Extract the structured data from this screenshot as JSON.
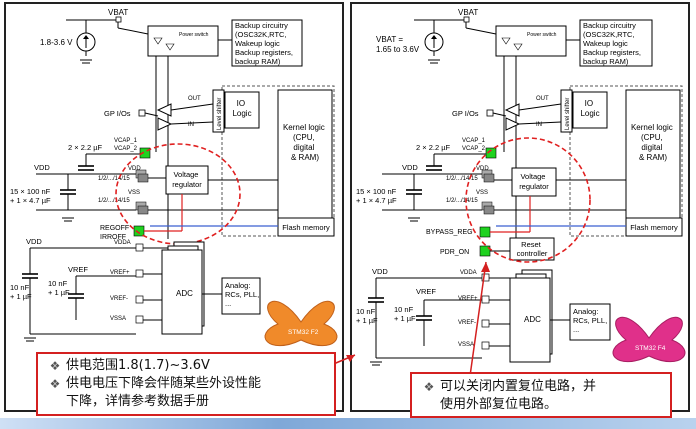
{
  "left": {
    "vbat": "VBAT",
    "vbat_range": "1.8-3.6 V",
    "power_switch": "Power switch",
    "backup_lines": [
      "Backup circuitry",
      "(OSC32K,RTC,",
      "Wakeup logic",
      "Backup registers,",
      "backup RAM)"
    ],
    "level_shifter": "Level shifter",
    "io_logic": [
      "IO",
      "Logic"
    ],
    "kernel_logic": [
      "Kernel logic",
      "(CPU,",
      "digital",
      "& RAM)"
    ],
    "out": "OUT",
    "in": "IN",
    "gp_ios": "GP I/Os",
    "cap_label": "2 × 2.2 µF",
    "vcap1": "VCAP_1",
    "vcap2": "VCAP_2",
    "vdd": "VDD",
    "vss": "VSS",
    "pins_vdd": "1/2/.../14/15",
    "pins_vss": "1/2/.../14/15",
    "cap_bulk": [
      "15 × 100 nF",
      "+ 1 × 4.7 µF"
    ],
    "voltage_regulator": [
      "Voltage",
      "regulator"
    ],
    "regoff": "REGOFF",
    "irroff": "IRROFF",
    "flash_memory": "Flash memory",
    "vdda": "VDDA",
    "vref": "VREF",
    "vref_plus": "VREF+",
    "vref_minus": "VREF-",
    "vssa": "VSSA",
    "adc": "ADC",
    "analog": [
      "Analog:",
      "RCs, PLL,",
      "..."
    ],
    "cap_10nf": [
      "10 nF",
      "+ 1 µF"
    ],
    "cap_10nf2": [
      "10 nF",
      "+ 1 µF"
    ],
    "logo": "STM32 F2"
  },
  "right": {
    "vbat": "VBAT",
    "vbat_range": [
      "VBAT =",
      "1.65 to 3.6V"
    ],
    "power_switch": "Power switch",
    "backup_lines": [
      "Backup circuitry",
      "(OSC32K,RTC,",
      "Wakeup logic",
      "Backup registers,",
      "backup RAM)"
    ],
    "level_shifter": "Level shifter",
    "io_logic": [
      "IO",
      "Logic"
    ],
    "kernel_logic": [
      "Kernel logic",
      "(CPU,",
      "digital",
      "& RAM)"
    ],
    "out": "OUT",
    "in": "IN",
    "gp_ios": "GP I/Os",
    "cap_label": "2 × 2.2 µF",
    "vcap1": "VCAP_1",
    "vcap2": "VCAP_2",
    "vdd": "VDD",
    "vss": "VSS",
    "pins_vdd": "1/2/.../14/15",
    "pins_vss": "1/2/.../14/15",
    "cap_bulk": [
      "15 × 100 nF",
      "+ 1 × 4.7 µF"
    ],
    "voltage_regulator": [
      "Voltage",
      "regulator"
    ],
    "bypass_reg": "BYPASS_REG",
    "pdr_on": "PDR_ON",
    "reset_controller": [
      "Reset",
      "controller"
    ],
    "flash_memory": "Flash memory",
    "vdda": "VDDA",
    "vref": "VREF",
    "vref_plus": "VREF+",
    "vref_minus": "VREF-",
    "vssa": "VSSA",
    "adc": "ADC",
    "analog": [
      "Analog:",
      "RCs, PLL,",
      "..."
    ],
    "cap_10nf": [
      "10 nF",
      "+ 1 µF"
    ],
    "cap_10nf2": [
      "10 nF",
      "+ 1 µF"
    ],
    "logo": "STM32 F4"
  },
  "notes": {
    "left": [
      "供电范围1.8(1.7)~3.6V",
      "供电电压下降会伴随某些外设性能",
      "下降，详情参考数据手册"
    ],
    "right": [
      "可以关闭内置复位电路，并",
      "使用外部复位电路。"
    ],
    "bullet": "❖"
  },
  "colors": {
    "highlight_red": "#e02020",
    "pin_green": "#1fd21f",
    "flash_blue": "#3a5fd0",
    "logo_left": "#f08a2a",
    "logo_right": "#e0308a"
  }
}
